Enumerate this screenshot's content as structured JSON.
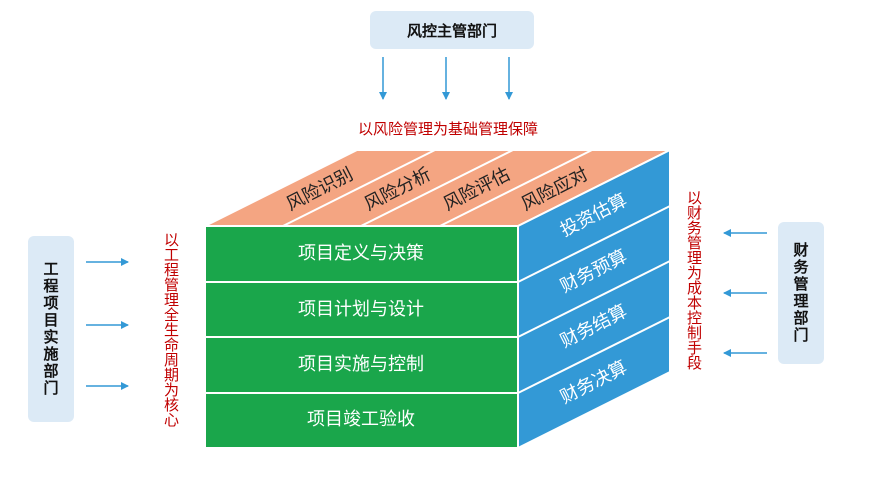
{
  "departments": {
    "top": "风控主管部门",
    "left": "工程项目实施部门",
    "right": "财务管理部门"
  },
  "labels": {
    "top": "以风险管理为基础管理保障",
    "left": "以工程管理全生命周期为核心",
    "right": "以财务管理为成本控制手段"
  },
  "front_rows": [
    "项目定义与决策",
    "项目计划与设计",
    "项目实施与控制",
    "项目竣工验收"
  ],
  "side_rows": [
    "投资估算",
    "财务预算",
    "财务结算",
    "财务决算"
  ],
  "top_items": [
    "风险识别",
    "风险分析",
    "风险评估",
    "风险应对"
  ],
  "colors": {
    "front": "#1aa64b",
    "side": "#3399d6",
    "top": "#f4a582",
    "label_red": "#c00000",
    "arrow": "#3399d6",
    "dept_bg": "#dceaf6"
  }
}
